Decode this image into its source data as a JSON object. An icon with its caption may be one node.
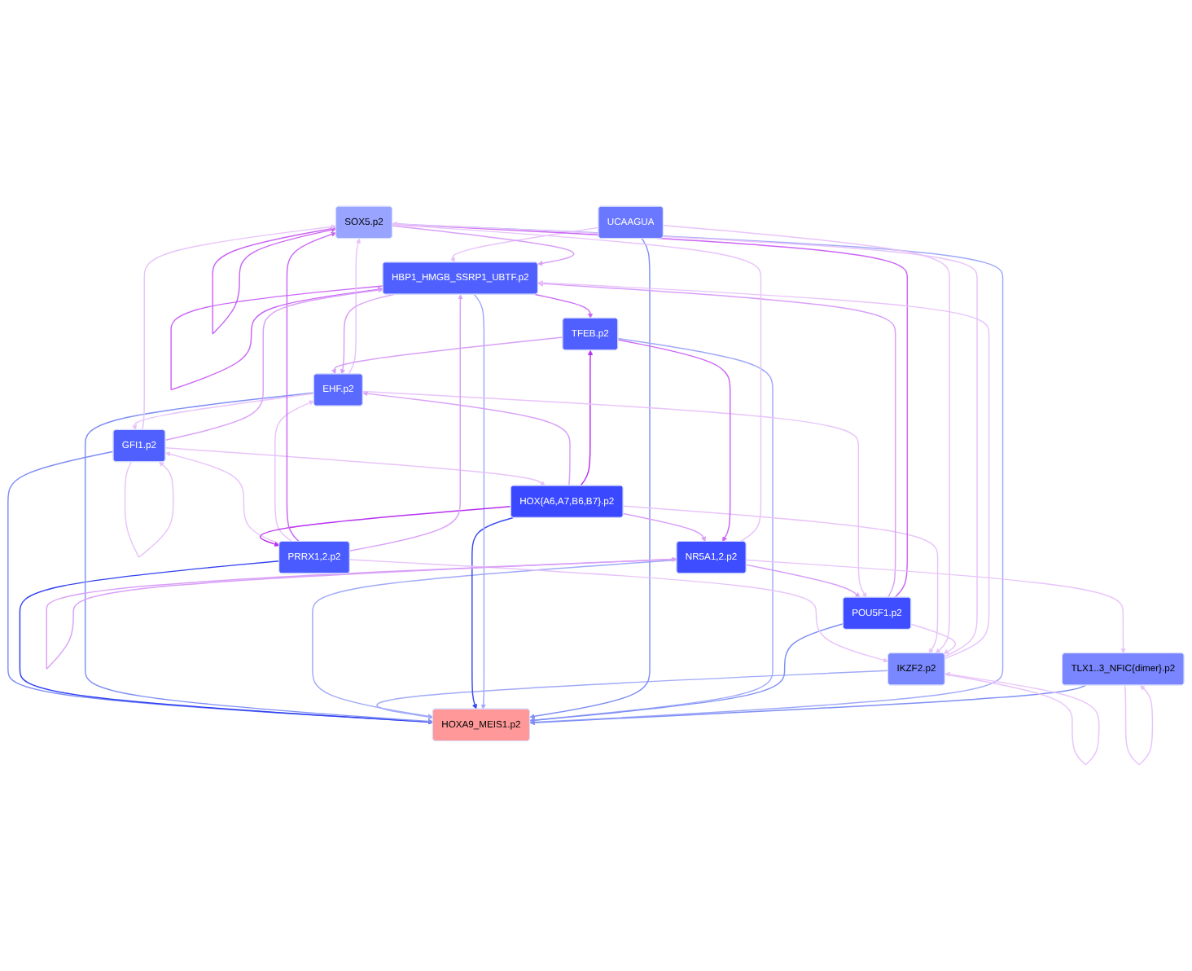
{
  "diagram": {
    "nodes": [
      {
        "text": [
          "GFI1.p2"
        ]
      },
      {
        "text": [
          "PRRX1,2.p2"
        ]
      },
      {
        "text": [
          "EHF.p2"
        ]
      },
      {
        "text": [
          "IKZF2.p2"
        ]
      },
      {
        "text": [
          "NR5A1,2.p2"
        ]
      },
      {
        "text": [
          "HOX{A6,A7,B6,B7}.p2"
        ]
      },
      {
        "text": [
          "HOXA9_MEIS1.p2"
        ]
      },
      {
        "text": [
          "HBP1_HMGB_SSRP1_UBTF.p2"
        ]
      },
      {
        "text": [
          "UCAAGUA"
        ]
      },
      {
        "text": [
          "TFEB.p2"
        ]
      },
      {
        "text": [
          "POU5F1.p2"
        ]
      },
      {
        "text": [
          "SOX5.p2"
        ]
      },
      {
        "text": [
          "TLX1..3_NFIC{dimer}.p2"
        ]
      }
    ],
    "edges": [
      {
        "from": 4,
        "to": 10,
        "arrow": "to",
        "color": "#d9a0f8"
      },
      {
        "from": 0,
        "to": 6,
        "arrow": "to",
        "color": "#7f8ff5"
      },
      {
        "from": 1,
        "to": 6,
        "arrow": "to",
        "color": "#3040f0"
      },
      {
        "from": 2,
        "to": 6,
        "arrow": "to",
        "color": "#7f8ff5"
      },
      {
        "from": 3,
        "to": 6,
        "arrow": "to",
        "color": "#a0aaf8"
      },
      {
        "from": 4,
        "to": 6,
        "arrow": "to",
        "color": "#a0aaf8"
      },
      {
        "from": 5,
        "to": 6,
        "arrow": "to",
        "color": "#3a4af0"
      },
      {
        "from": 7,
        "to": 6,
        "arrow": "to",
        "color": "#a0aaf8"
      },
      {
        "from": 8,
        "to": 6,
        "arrow": "to",
        "color": "#7f8ff5"
      },
      {
        "from": 9,
        "to": 6,
        "arrow": "to",
        "color": "#a0aaf8"
      },
      {
        "from": 10,
        "to": 6,
        "arrow": "to",
        "color": "#7f8ff5"
      },
      {
        "from": 11,
        "to": 6,
        "arrow": "to",
        "color": "#a0aaf8"
      },
      {
        "from": 12,
        "to": 6,
        "arrow": "to",
        "color": "#7f8ff5"
      },
      {
        "from": 0,
        "to": 0,
        "arrow": "to"
      },
      {
        "from": 1,
        "to": 0,
        "arrow": "to"
      },
      {
        "from": 2,
        "to": 0,
        "arrow": "to"
      },
      {
        "from": 1,
        "to": 2,
        "arrow": "to"
      },
      {
        "from": 1,
        "to": 3,
        "arrow": "to"
      },
      {
        "from": 3,
        "to": 3,
        "arrow": "to"
      },
      {
        "from": 5,
        "to": 3,
        "arrow": "to"
      },
      {
        "from": 5,
        "to": 1,
        "arrow": "to",
        "color": "#b830f0"
      },
      {
        "from": 5,
        "to": 2,
        "arrow": "to",
        "color": "#d9a0f8"
      },
      {
        "from": 0,
        "to": 5,
        "arrow": "to"
      },
      {
        "from": 5,
        "to": 4,
        "arrow": "to",
        "color": "#d9a0f8"
      },
      {
        "from": 4,
        "to": 4,
        "arrow": "to",
        "color": "#d9a0f8"
      },
      {
        "from": 5,
        "to": 9,
        "arrow": "to",
        "color": "#b830f0"
      },
      {
        "from": 7,
        "to": 7,
        "arrow": "to",
        "color": "#cc66f5"
      },
      {
        "from": 7,
        "to": 9,
        "arrow": "to",
        "color": "#cc66f5"
      },
      {
        "from": 8,
        "to": 7,
        "arrow": "to"
      },
      {
        "from": 10,
        "to": 7,
        "arrow": "to",
        "color": "#d9a0f8"
      },
      {
        "from": 11,
        "to": 7,
        "arrow": "to",
        "color": "#d9a0f8"
      },
      {
        "from": 2,
        "to": 10,
        "arrow": "to"
      },
      {
        "from": 10,
        "to": 11,
        "arrow": "to",
        "color": "#cc66f5"
      },
      {
        "from": 11,
        "to": 11,
        "arrow": "to",
        "color": "#cc66f5"
      },
      {
        "from": 1,
        "to": 11,
        "arrow": "to",
        "color": "#cc66f5"
      },
      {
        "from": 3,
        "to": 11,
        "arrow": "to"
      },
      {
        "from": 0,
        "to": 11,
        "arrow": "to"
      },
      {
        "from": 2,
        "to": 11,
        "arrow": "to"
      },
      {
        "from": 4,
        "to": 11,
        "arrow": "to"
      },
      {
        "from": 4,
        "to": 12,
        "arrow": "to"
      },
      {
        "from": 12,
        "to": 12,
        "arrow": "to"
      },
      {
        "from": 3,
        "to": 7,
        "arrow": "to"
      },
      {
        "from": 0,
        "to": 7,
        "arrow": "to",
        "color": "#d9a0f8"
      },
      {
        "from": 1,
        "to": 7,
        "arrow": "to",
        "color": "#d9a0f8"
      },
      {
        "from": 9,
        "to": 2,
        "arrow": "to",
        "color": "#d9a0f8"
      },
      {
        "from": 7,
        "to": 2,
        "arrow": "to",
        "color": "#d9a0f8"
      },
      {
        "from": 9,
        "to": 4,
        "arrow": "to",
        "color": "#cc66f5"
      },
      {
        "from": 8,
        "to": 3,
        "arrow": "to"
      },
      {
        "from": 10,
        "to": 3,
        "arrow": "to"
      }
    ]
  }
}
